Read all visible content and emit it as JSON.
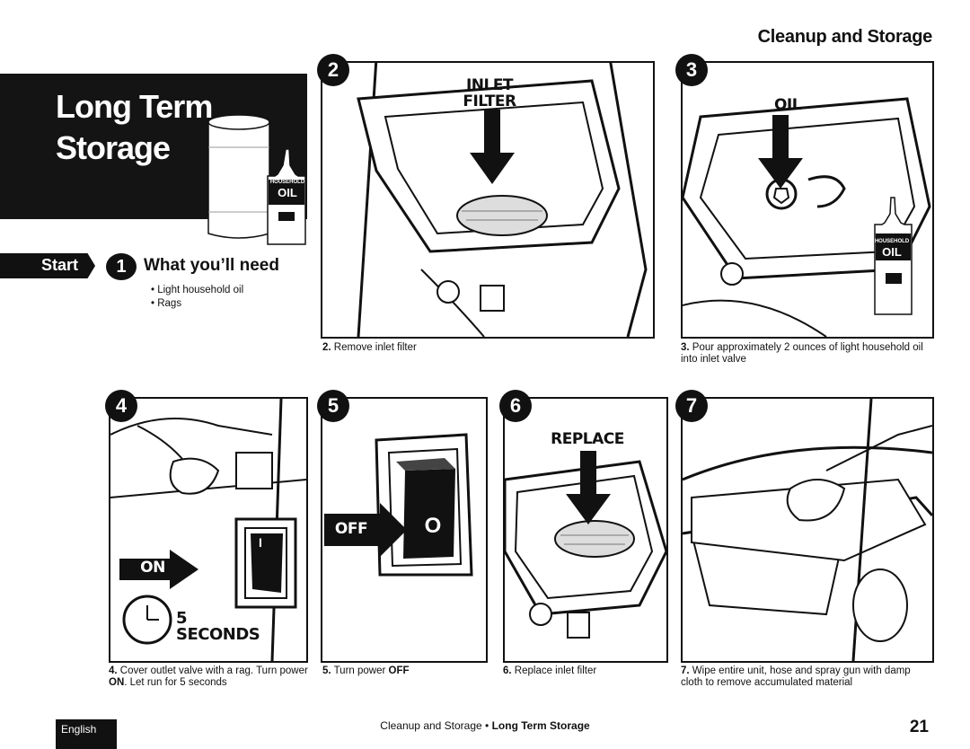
{
  "header": {
    "section_title": "Cleanup and Storage"
  },
  "hero": {
    "title": "Long Term Storage",
    "oil_bottle_label_top": "HOUSEHOLD",
    "oil_bottle_label_main": "OIL"
  },
  "start": {
    "label": "Start",
    "step_number": "1",
    "title": "What you’ll need",
    "items": [
      "• Light household oil",
      "• Rags"
    ]
  },
  "steps": [
    {
      "number": "2",
      "overlay_label_1": "INLET",
      "overlay_label_2": "FILTER",
      "caption_num": "2.",
      "caption_text": " Remove inlet filter"
    },
    {
      "number": "3",
      "overlay_label_1": "OIL",
      "bottle_top": "HOUSEHOLD",
      "bottle_main": "OIL",
      "caption_num": "3.",
      "caption_text": " Pour approximately 2 ounces of light household oil into inlet valve"
    },
    {
      "number": "4",
      "on_label": "ON",
      "seconds_label": "5 SECONDS",
      "switch_symbol": "I",
      "caption_num": "4.",
      "caption_pre": " Cover outlet valve with a rag.  Turn power ",
      "caption_bold": "ON",
      "caption_post": ". Let run for 5 seconds"
    },
    {
      "number": "5",
      "off_label": "OFF",
      "switch_symbol": "O",
      "caption_num": "5.",
      "caption_pre": " Turn power ",
      "caption_bold": "OFF"
    },
    {
      "number": "6",
      "overlay_label_1": "REPLACE",
      "caption_num": "6.",
      "caption_text": " Replace inlet filter"
    },
    {
      "number": "7",
      "caption_num": "7.",
      "caption_text": " Wipe entire unit, hose and spray gun with damp cloth to remove accumulated material"
    }
  ],
  "footer": {
    "language": "English",
    "section": "Cleanup and Storage",
    "separator": " • ",
    "subsection": "Long Term Storage",
    "page_number": "21"
  }
}
